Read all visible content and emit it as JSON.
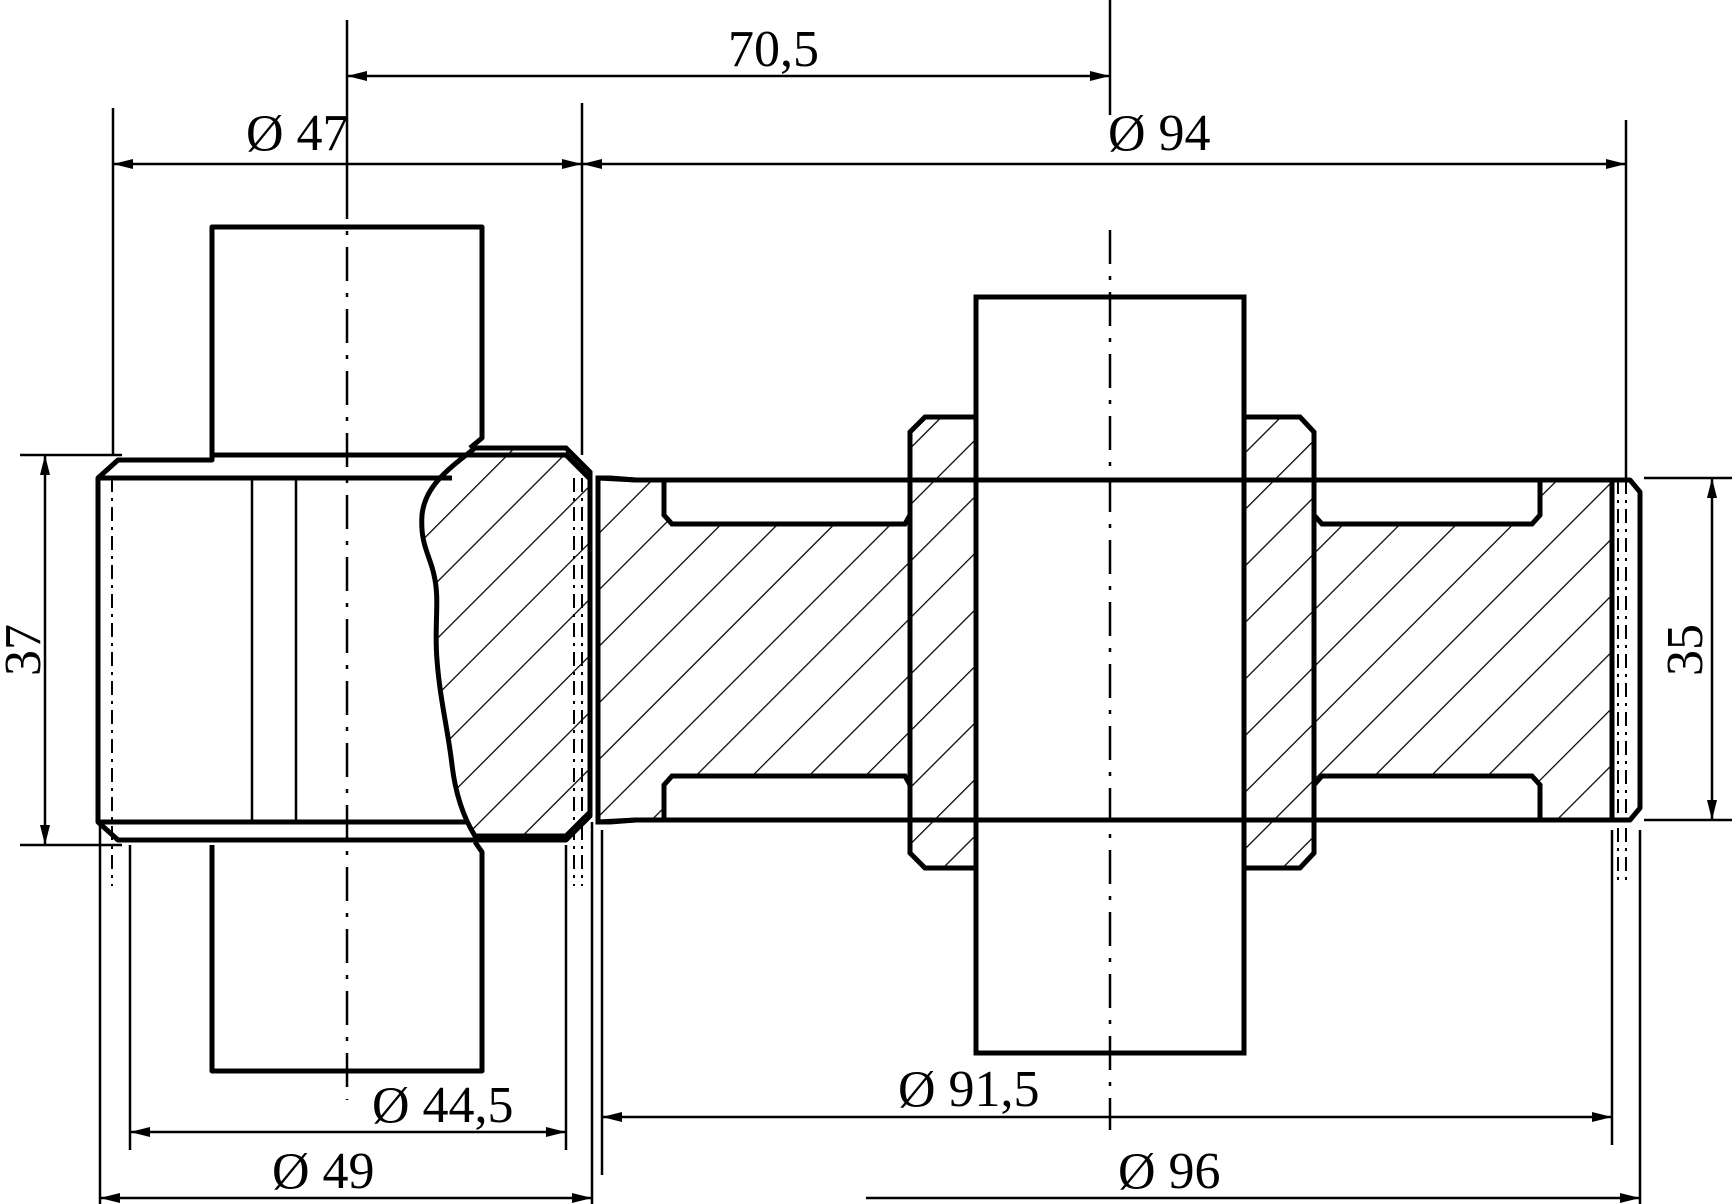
{
  "dimensions": {
    "d_70_5": "70,5",
    "d_47": "Ø 47",
    "d_94": "Ø 94",
    "d_37": "37",
    "d_35": "35",
    "d_44_5": "Ø 44,5",
    "d_91_5": "Ø 91,5",
    "d_49": "Ø 49",
    "d_96": "Ø 96"
  }
}
